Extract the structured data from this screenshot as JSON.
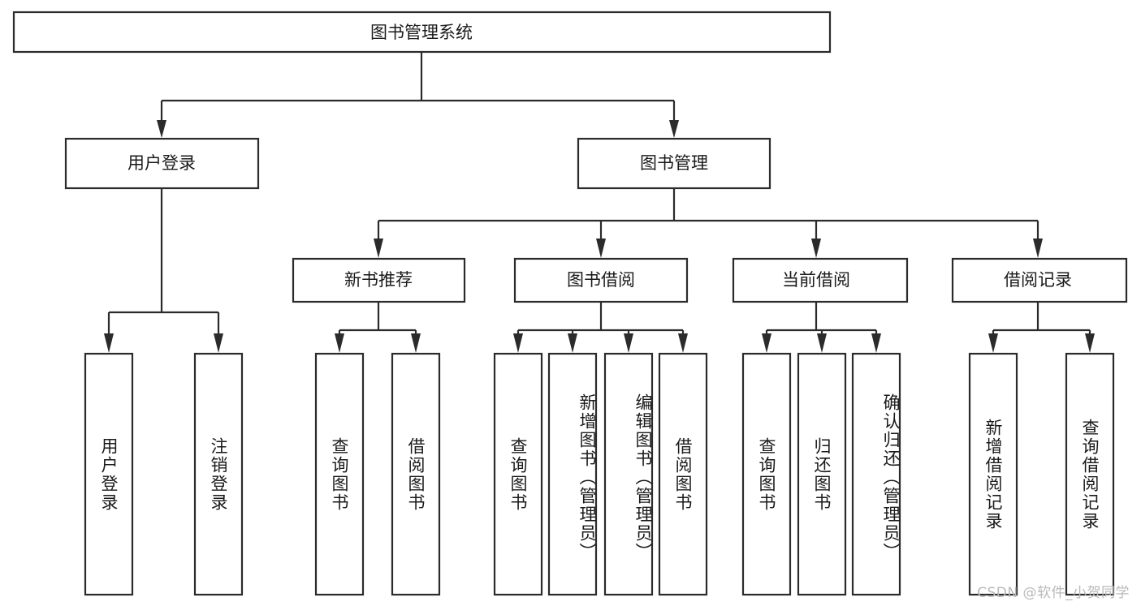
{
  "diagram": {
    "title": "图书管理系统",
    "type": "tree-hierarchy",
    "root": {
      "label": "图书管理系统"
    },
    "level2": [
      {
        "label": "用户登录"
      },
      {
        "label": "图书管理"
      }
    ],
    "level3": [
      {
        "label": "新书推荐"
      },
      {
        "label": "图书借阅"
      },
      {
        "label": "当前借阅"
      },
      {
        "label": "借阅记录"
      }
    ],
    "leaves": {
      "user_login": [
        {
          "label": "用户登录"
        },
        {
          "label": "注销登录"
        }
      ],
      "new_book_recommend": [
        {
          "label": "查询图书"
        },
        {
          "label": "借阅图书"
        }
      ],
      "book_borrow": [
        {
          "label": "查询图书"
        },
        {
          "label": "新增图书（管理员）"
        },
        {
          "label": "编辑图书（管理员）"
        },
        {
          "label": "借阅图书"
        }
      ],
      "current_borrow": [
        {
          "label": "查询图书"
        },
        {
          "label": "归还图书"
        },
        {
          "label": "确认归还（管理员）"
        }
      ],
      "borrow_record": [
        {
          "label": "新增借阅记录"
        },
        {
          "label": "查询借阅记录"
        }
      ]
    }
  },
  "watermark": {
    "text": "CSDN @软件_小贺同学"
  },
  "colors": {
    "stroke": "#2b2b2b",
    "fill": "#ffffff",
    "text": "#1a1a1a",
    "watermark": "#b9b9b9"
  }
}
